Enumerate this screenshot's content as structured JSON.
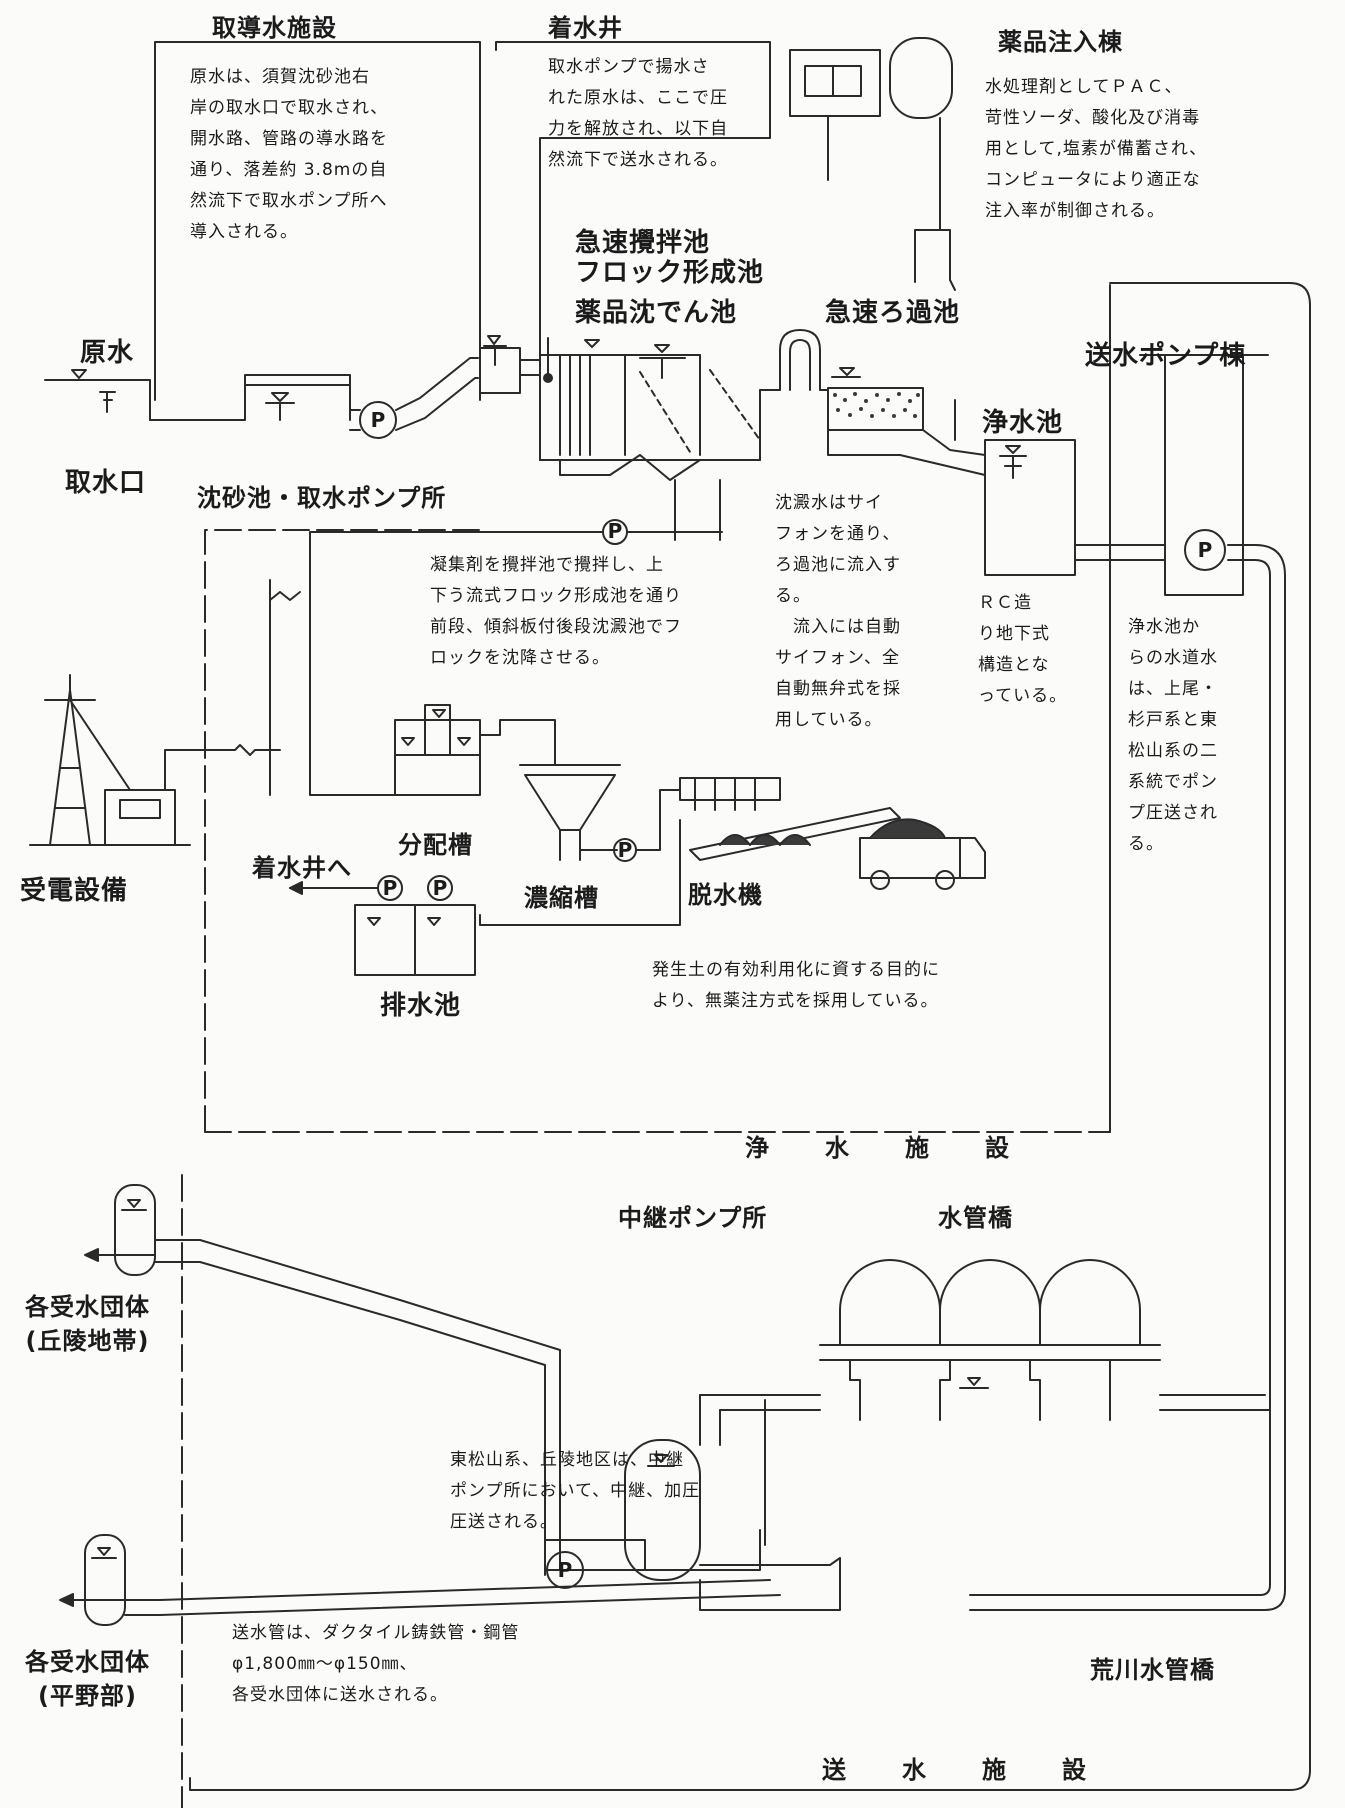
{
  "labels": {
    "intake_facility": "取導水施設",
    "receiving_well": "着水井",
    "chemical_building": "薬品注入棟",
    "raw_water": "原水",
    "intake_port": "取水口",
    "grit_pump": "沈砂池・取水ポンプ所",
    "rapid_mixing": "急速攪拌池",
    "floc_basin": "フロック形成池",
    "sedimentation": "薬品沈でん池",
    "rapid_filter": "急速ろ過池",
    "clear_well": "浄水池",
    "transmission_pump": "送水ポンプ棟",
    "power_receiving": "受電設備",
    "to_receiving_well": "着水井へ",
    "distribution_tank": "分配槽",
    "thickener": "濃縮槽",
    "dewatering": "脱水機",
    "drainage_basin": "排水池",
    "purification_facility": "浄　水　施　設",
    "relay_pump": "中継ポンプ所",
    "water_bridge": "水管橋",
    "recipients_hill": "各受水団体\n(丘陵地帯)",
    "recipients_plain": "各受水団体\n(平野部)",
    "arakawa_bridge": "荒川水管橋",
    "transmission_facility": "送　水　施　設",
    "pump_symbol": "P"
  },
  "notes": {
    "intake": "原水は、須賀沈砂池右\n岸の取水口で取水され、\n開水路、管路の導水路を\n通り、落差約 3.8mの自\n然流下で取水ポンプ所へ\n導入される。",
    "receiving": "取水ポンプで揚水さ\nれた原水は、ここで圧\n力を解放され、以下自\n然流下で送水される。",
    "chemical": "水処理剤としてＰＡＣ、\n苛性ソーダ、酸化及び消毒\n用として,塩素が備蓄され、\nコンピュータにより適正な\n注入率が制御される。",
    "coagulant": "凝集剤を攪拌池で攪拌し、上\n下う流式フロック形成池を通り\n前段、傾斜板付後段沈澱池でフ\nロックを沈降させる。",
    "siphon": "沈澱水はサイ\nフォンを通り、\nろ過池に流入す\nる。\n　流入には自動\nサイフォン、全\n自動無弁式を採\n用している。",
    "rc": "ＲＣ造\nり地下式\n構造とな\nっている。",
    "clear_water": "浄水池か\nらの水道水\nは、上尾・\n杉戸系と東\n松山系の二\n系統でポン\nプ圧送され\nる。",
    "sludge": "発生土の有効利用化に資する目的に\nより、無薬注方式を採用している。",
    "relay": "東松山系、丘陵地区は、中継\nポンプ所において、中継、加圧\n圧送される。",
    "pipe": "送水管は、ダクタイル鋳鉄管・鋼管\nφ1,800㎜～φ150㎜、\n各受水団体に送水される。"
  }
}
